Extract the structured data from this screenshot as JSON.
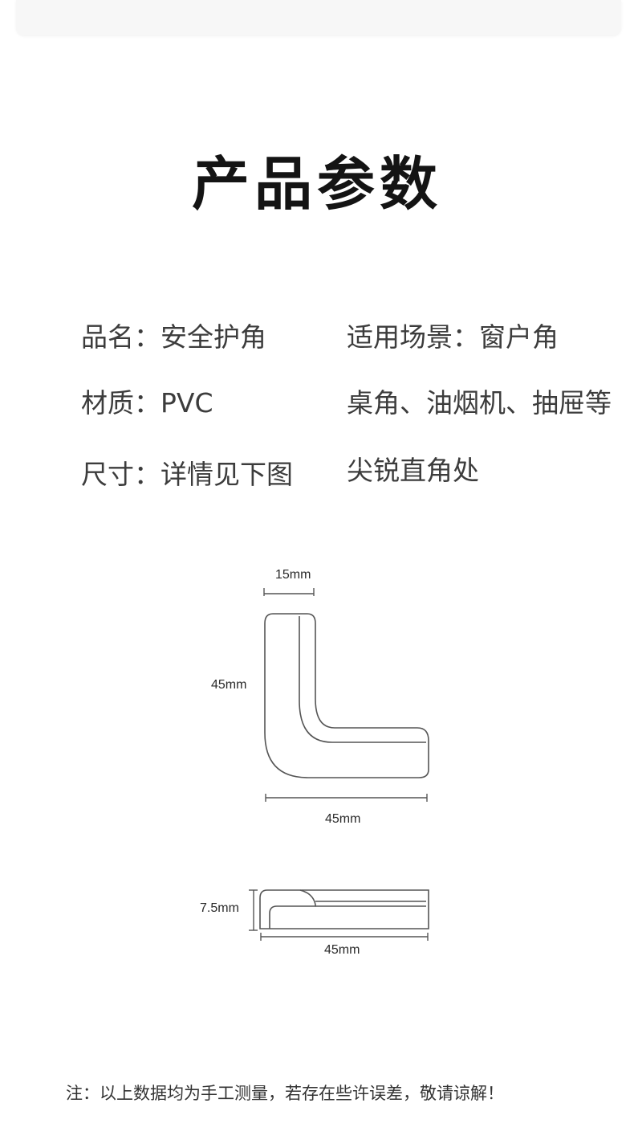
{
  "title": "产品参数",
  "params": {
    "name": "品名：安全护角",
    "material": "材质：PVC",
    "size": "尺寸：详情见下图",
    "scene_line1": "适用场景：窗户角",
    "scene_line2": "桌角、油烟机、抽屉等",
    "scene_line3": "尖锐直角处"
  },
  "dimensions": {
    "top_width": "15mm",
    "top_height": "45mm",
    "top_length": "45mm",
    "side_height": "7.5mm",
    "side_length": "45mm"
  },
  "footnote": "注：以上数据均为手工测量，若存在些许误差，敬请谅解！",
  "colors": {
    "title": "#141414",
    "text": "#3c3c3c",
    "line": "#555555"
  }
}
